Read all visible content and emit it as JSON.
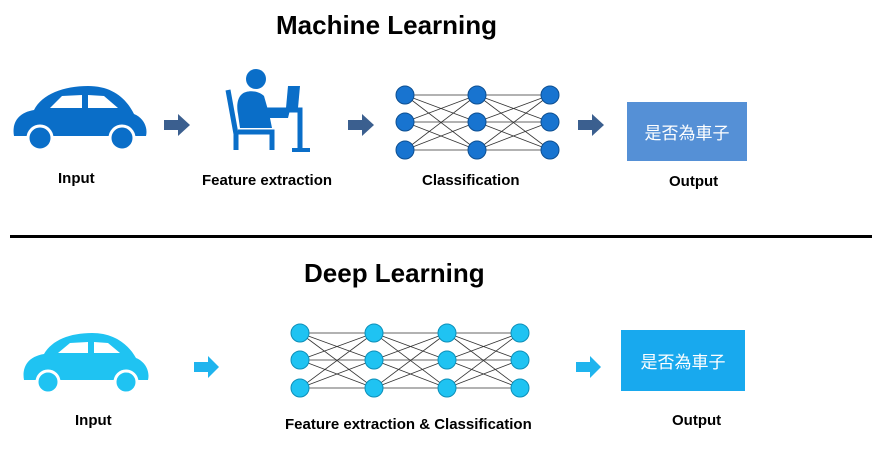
{
  "machine_learning": {
    "title": "Machine Learning",
    "input_label": "Input",
    "feature_label": "Feature extraction",
    "classification_label": "Classification",
    "output_label": "Output",
    "output_box_text": "是否為車子"
  },
  "deep_learning": {
    "title": "Deep Learning",
    "input_label": "Input",
    "combined_label": "Feature extraction & Classification",
    "output_label": "Output",
    "output_box_text": "是否為車子"
  },
  "colors": {
    "ml_primary": "#0A6EC8",
    "ml_arrow": "#3B5F8F",
    "ml_node": "#1874D0",
    "ml_output_box": "#5590D6",
    "dl_primary": "#1FC3F2",
    "dl_arrow": "#1FB4EE",
    "dl_output_box": "#18A9EE",
    "divider": "#000000"
  },
  "icons": [
    "car-icon",
    "person-at-desk-icon",
    "neural-network-icon",
    "right-arrow-icon"
  ]
}
